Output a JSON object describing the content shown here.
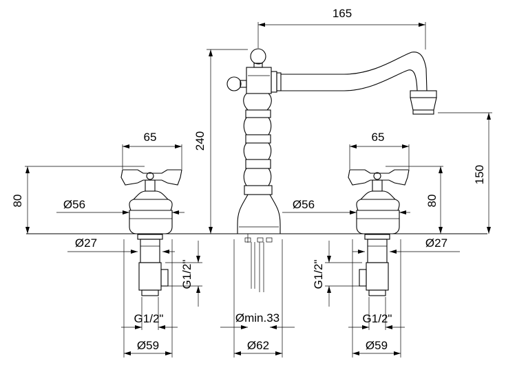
{
  "dimensions": {
    "spout_reach": "165",
    "total_height": "240",
    "spout_height": "150",
    "left_handle_width": "65",
    "right_handle_width": "65",
    "left_handle_height": "80",
    "right_handle_height": "80",
    "left_base_diameter": "Ø56",
    "center_base_diameter": "Ø56",
    "left_shank_diameter": "Ø27",
    "right_shank_diameter": "Ø27",
    "left_thread_vertical": "G1/2\"",
    "right_thread_vertical": "G1/2\"",
    "left_thread": "G1/2\"",
    "right_thread": "G1/2\"",
    "center_hole": "Ømin.33",
    "left_bottom_width": "Ø59",
    "center_bottom_width": "Ø62",
    "right_bottom_width": "Ø59"
  }
}
